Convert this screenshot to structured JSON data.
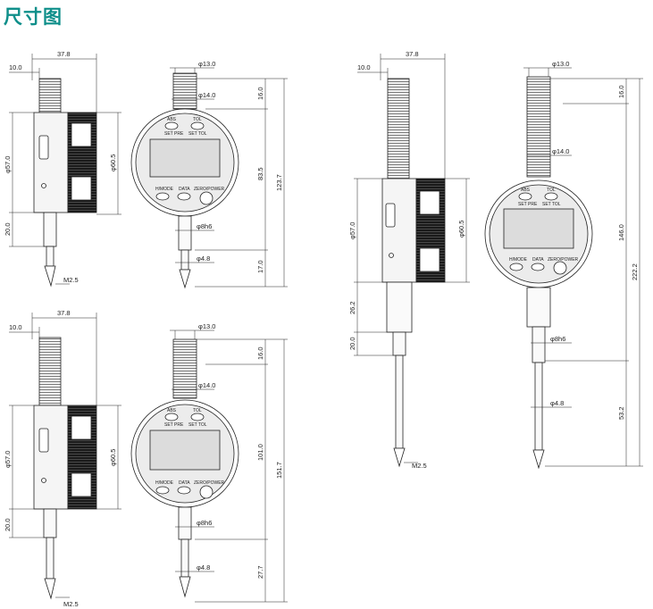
{
  "title": "尺寸图",
  "views": {
    "a": {
      "width": "37.8",
      "offset": "10.0",
      "stem_top": "φ13.0",
      "neck": "φ14.0",
      "body": "φ57.0",
      "face": "φ60.5",
      "lower": "20.0",
      "spindle": "φ8h6",
      "tip": "φ4.8",
      "thread": "M2.5",
      "h1": "16.0",
      "h2": "83.5",
      "h3": "17.0",
      "total": "123.7"
    },
    "b": {
      "width": "37.8",
      "offset": "10.0",
      "stem_top": "φ13.0",
      "neck": "φ14.0",
      "body": "φ57.0",
      "face": "φ60.5",
      "lower": "20.0",
      "spindle": "φ8h6",
      "tip": "φ4.8",
      "thread": "M2.5",
      "h1": "16.0",
      "h2": "101.0",
      "h3": "27.7",
      "total": "151.7"
    },
    "c": {
      "width": "37.8",
      "offset": "10.0",
      "stem_top": "φ13.0",
      "neck": "φ14.0",
      "body": "φ57.0",
      "face": "φ60.5",
      "mid": "26.2",
      "lower": "20.0",
      "spindle": "φ8h6",
      "tip": "φ4.8",
      "thread": "M2.5",
      "h1": "16.0",
      "h2": "146.0",
      "h3": "53.2",
      "total": "222.2"
    }
  },
  "buttons": {
    "abs": "ABS",
    "set_pre": "SET PRE",
    "tol": "TOL",
    "set_tol": "SET TOL",
    "hmode": "H/MODE",
    "data": "DATA",
    "zero": "ZERO/POWER"
  },
  "colors": {
    "title": "#0f8f8a",
    "line": "#222222",
    "knurl": "#1a1a1a",
    "face": "#ececec",
    "lcd": "#dcdcdc"
  }
}
